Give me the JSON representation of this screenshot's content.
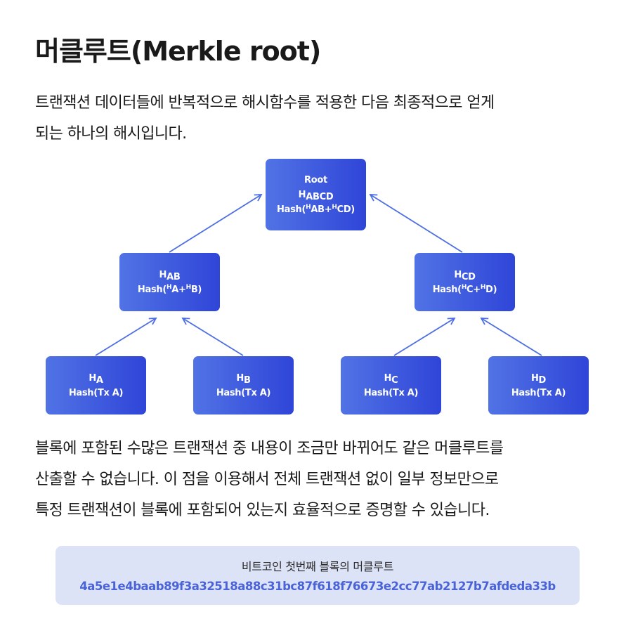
{
  "title": "머클루트(Merkle root)",
  "intro_lines": [
    "트랜잭션 데이터들에 반복적으로 해시함수를 적용한 다음 최종적으로 얻게",
    "되는 하나의 해시입니다."
  ],
  "tree": {
    "root": {
      "label": "Root",
      "hash": "H",
      "hash_sub": "ABCD",
      "formula": [
        "Hash(",
        "H",
        "AB+",
        "H",
        "CD)"
      ]
    },
    "hab": {
      "hash": "H",
      "hash_sub": "AB",
      "formula": [
        "Hash(",
        "H",
        "A+",
        "H",
        "B)"
      ]
    },
    "hcd": {
      "hash": "H",
      "hash_sub": "CD",
      "formula": [
        "Hash(",
        "H",
        "C+",
        "H",
        "D)"
      ]
    },
    "ha": {
      "hash": "H",
      "hash_sub": "A",
      "formula": "Hash(Tx A)"
    },
    "hb": {
      "hash": "H",
      "hash_sub": "B",
      "formula": "Hash(Tx A)"
    },
    "hc": {
      "hash": "H",
      "hash_sub": "C",
      "formula": "Hash(Tx A)"
    },
    "hd": {
      "hash": "H",
      "hash_sub": "D",
      "formula": "Hash(Tx A)"
    }
  },
  "body_lines": [
    "블록에 포함된 수많은 트랜잭션 중 내용이 조금만 바뀌어도 같은 머클루트를",
    "산출할 수 없습니다. 이 점을 이용해서 전체 트랜잭션 없이 일부 정보만으로",
    "특정 트랜잭션이 블록에 포함되어 있는지 효율적으로 증명할 수 있습니다."
  ],
  "info_box": {
    "label": "비트코인 첫번째 블록의 머클루트",
    "hash": "4a5e1e4baab89f3a32518a88c31bc87f618f76673e2cc77ab2127b7afdeda33b"
  },
  "colors": {
    "node_gradient_start": "#5173e5",
    "node_gradient_end": "#2f45d8",
    "arrow": "#4e6fe3",
    "info_bg": "#dde3f7",
    "info_hash": "#4a63d6"
  }
}
